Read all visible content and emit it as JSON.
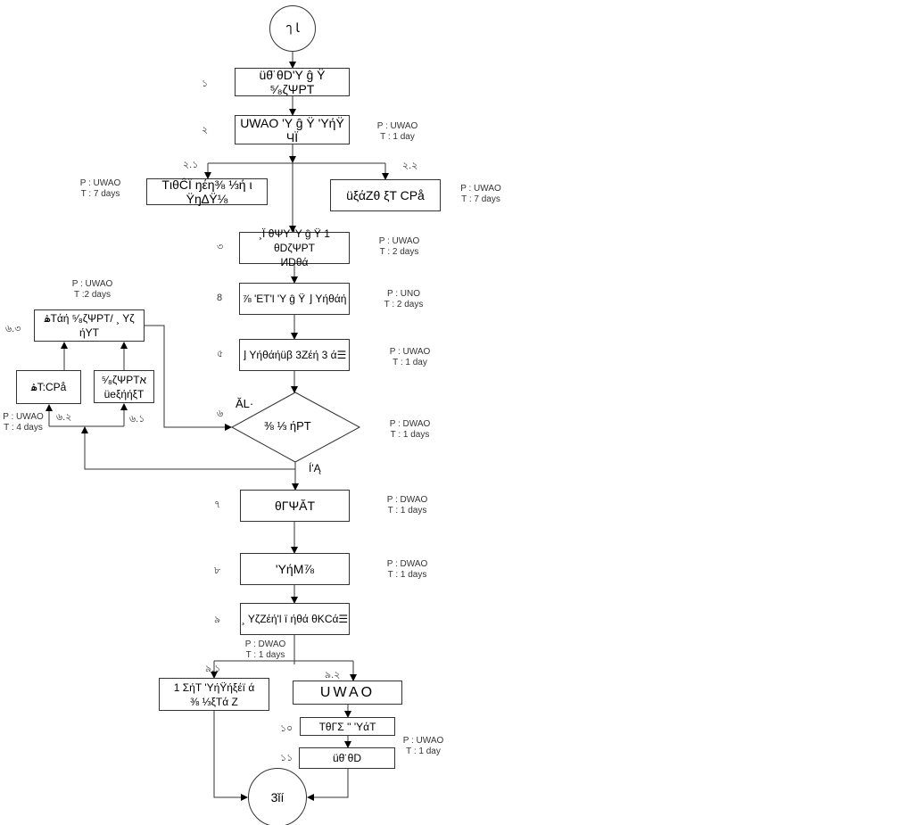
{
  "start": "ๅ ﺎ",
  "end": "3ǐí",
  "steps": [
    {
      "id": "s1",
      "num": "১",
      "label": "üθ̈ θD'Y ĝ Ÿ ⁵⁄₈ζΨPT"
    },
    {
      "id": "s2",
      "num": "২",
      "label": "UWAO  'Y ĝ Ÿ 'YήŸ ЧÏ",
      "note": "P : UWAO\nT : 1 day"
    },
    {
      "id": "s2_1",
      "num": "২.১",
      "label": "TιθĈÏ ŋέη⅜ ⅓ή ι Ÿŋ∆Ÿ⅛",
      "note": "P : UWAO\nT : 7 days"
    },
    {
      "id": "s2_2",
      "num": "২.২",
      "label": "üξάZθ ξT CPå",
      "note": "P : UWAO\nT : 7 days"
    },
    {
      "id": "s3",
      "num": "৩",
      "label": "¸Ï θΨY 'Y ĝ Ÿ 1 θDζΨPT\nИDθά",
      "note": "P : UWAO\nT : 2 days"
    },
    {
      "id": "s4",
      "num": "8",
      "label": "⅞ 'ET'l  'Y ĝ Ÿ ⌋ Yήθάή",
      "note": "P : UNO\nT : 2 days"
    },
    {
      "id": "s5",
      "num": "৫",
      "label": "⌋ Yήθάήüβ 3Ζέή  3 ά☰",
      "note": "P : UWAO\nT : 1 day"
    },
    {
      "id": "s6",
      "num": "৬",
      "label": "⅜ ⅓ ήPT",
      "note": "P : DWAO\nT : 1 days",
      "yes": "ĂL·",
      "no": "Í'Ą"
    },
    {
      "id": "s6_1",
      "num": "৬.১",
      "label": "⁵⁄₈ζΨPTא\nüeξήήξT"
    },
    {
      "id": "s6_2",
      "num": "৬.২",
      "label": "ۿT:CPå",
      "note": "P : UWAO\nT : 4 days"
    },
    {
      "id": "s6_3",
      "num": "৬.৩",
      "label": "ۿTάή  ⁵⁄₈ζΨPT/ ¸ Yζ ήYT",
      "note": "P : UWAO\nT :2 days"
    },
    {
      "id": "s7",
      "num": "৭",
      "label": "θΓΨĂT",
      "note": "P : DWAO\nT : 1 days"
    },
    {
      "id": "s8",
      "num": "৮",
      "label": "'YήM⅞",
      "note": "P : DWAO\nT : 1 days"
    },
    {
      "id": "s9",
      "num": "৯",
      "label": "¸ YζZέή'l ï ήθά θΚCά☰",
      "note": "P : DWAO\nT : 1 days"
    },
    {
      "id": "s9_1",
      "num": "৯.১",
      "label": "1 ΣήT 'YήŸήξέï ά\n⅜ ⅓ξTά Z"
    },
    {
      "id": "s9_2",
      "num": "৯.২",
      "label": "UWAO"
    },
    {
      "id": "s10",
      "num": "১০",
      "label": "TθΓΣ '' 'YάT"
    },
    {
      "id": "s11",
      "num": "১১",
      "label": "üθ̈ θD",
      "note": "P : UWAO\nT : 1 day"
    }
  ]
}
